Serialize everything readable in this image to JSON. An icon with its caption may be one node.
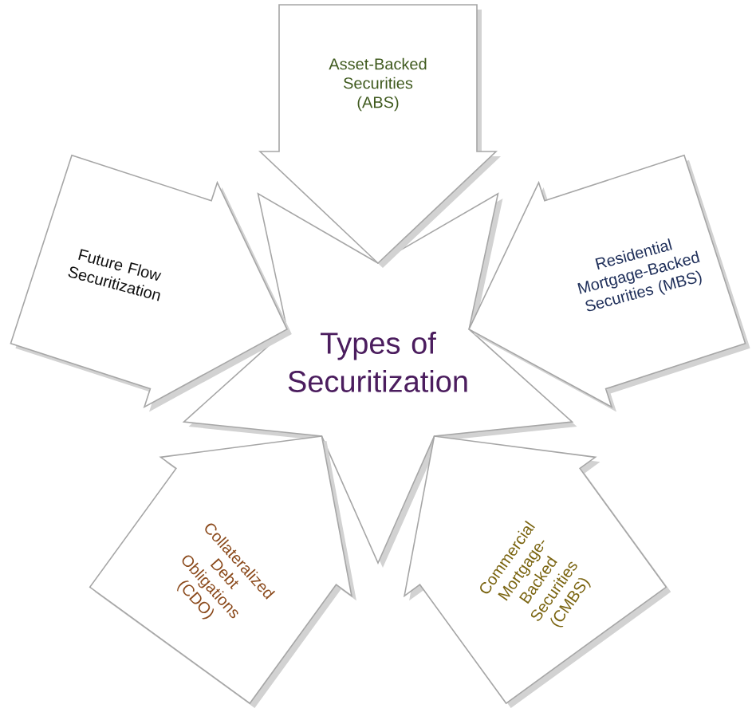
{
  "diagram": {
    "nodes": [
      {
        "text": [
          "Types of Securitization"
        ]
      },
      {
        "text": [
          "Asset-Backed Securities (ABS)"
        ]
      },
      {
        "text": [
          "Residential Mortgage-Backed Securities (MBS)"
        ]
      },
      {
        "text": [
          "Commercial Mortgage-Backed Securities (CMBS)"
        ]
      },
      {
        "text": [
          "Collateralized Debt Obligations (CDO)"
        ]
      },
      {
        "text": [
          "Future Flow Securitization"
        ]
      }
    ]
  }
}
